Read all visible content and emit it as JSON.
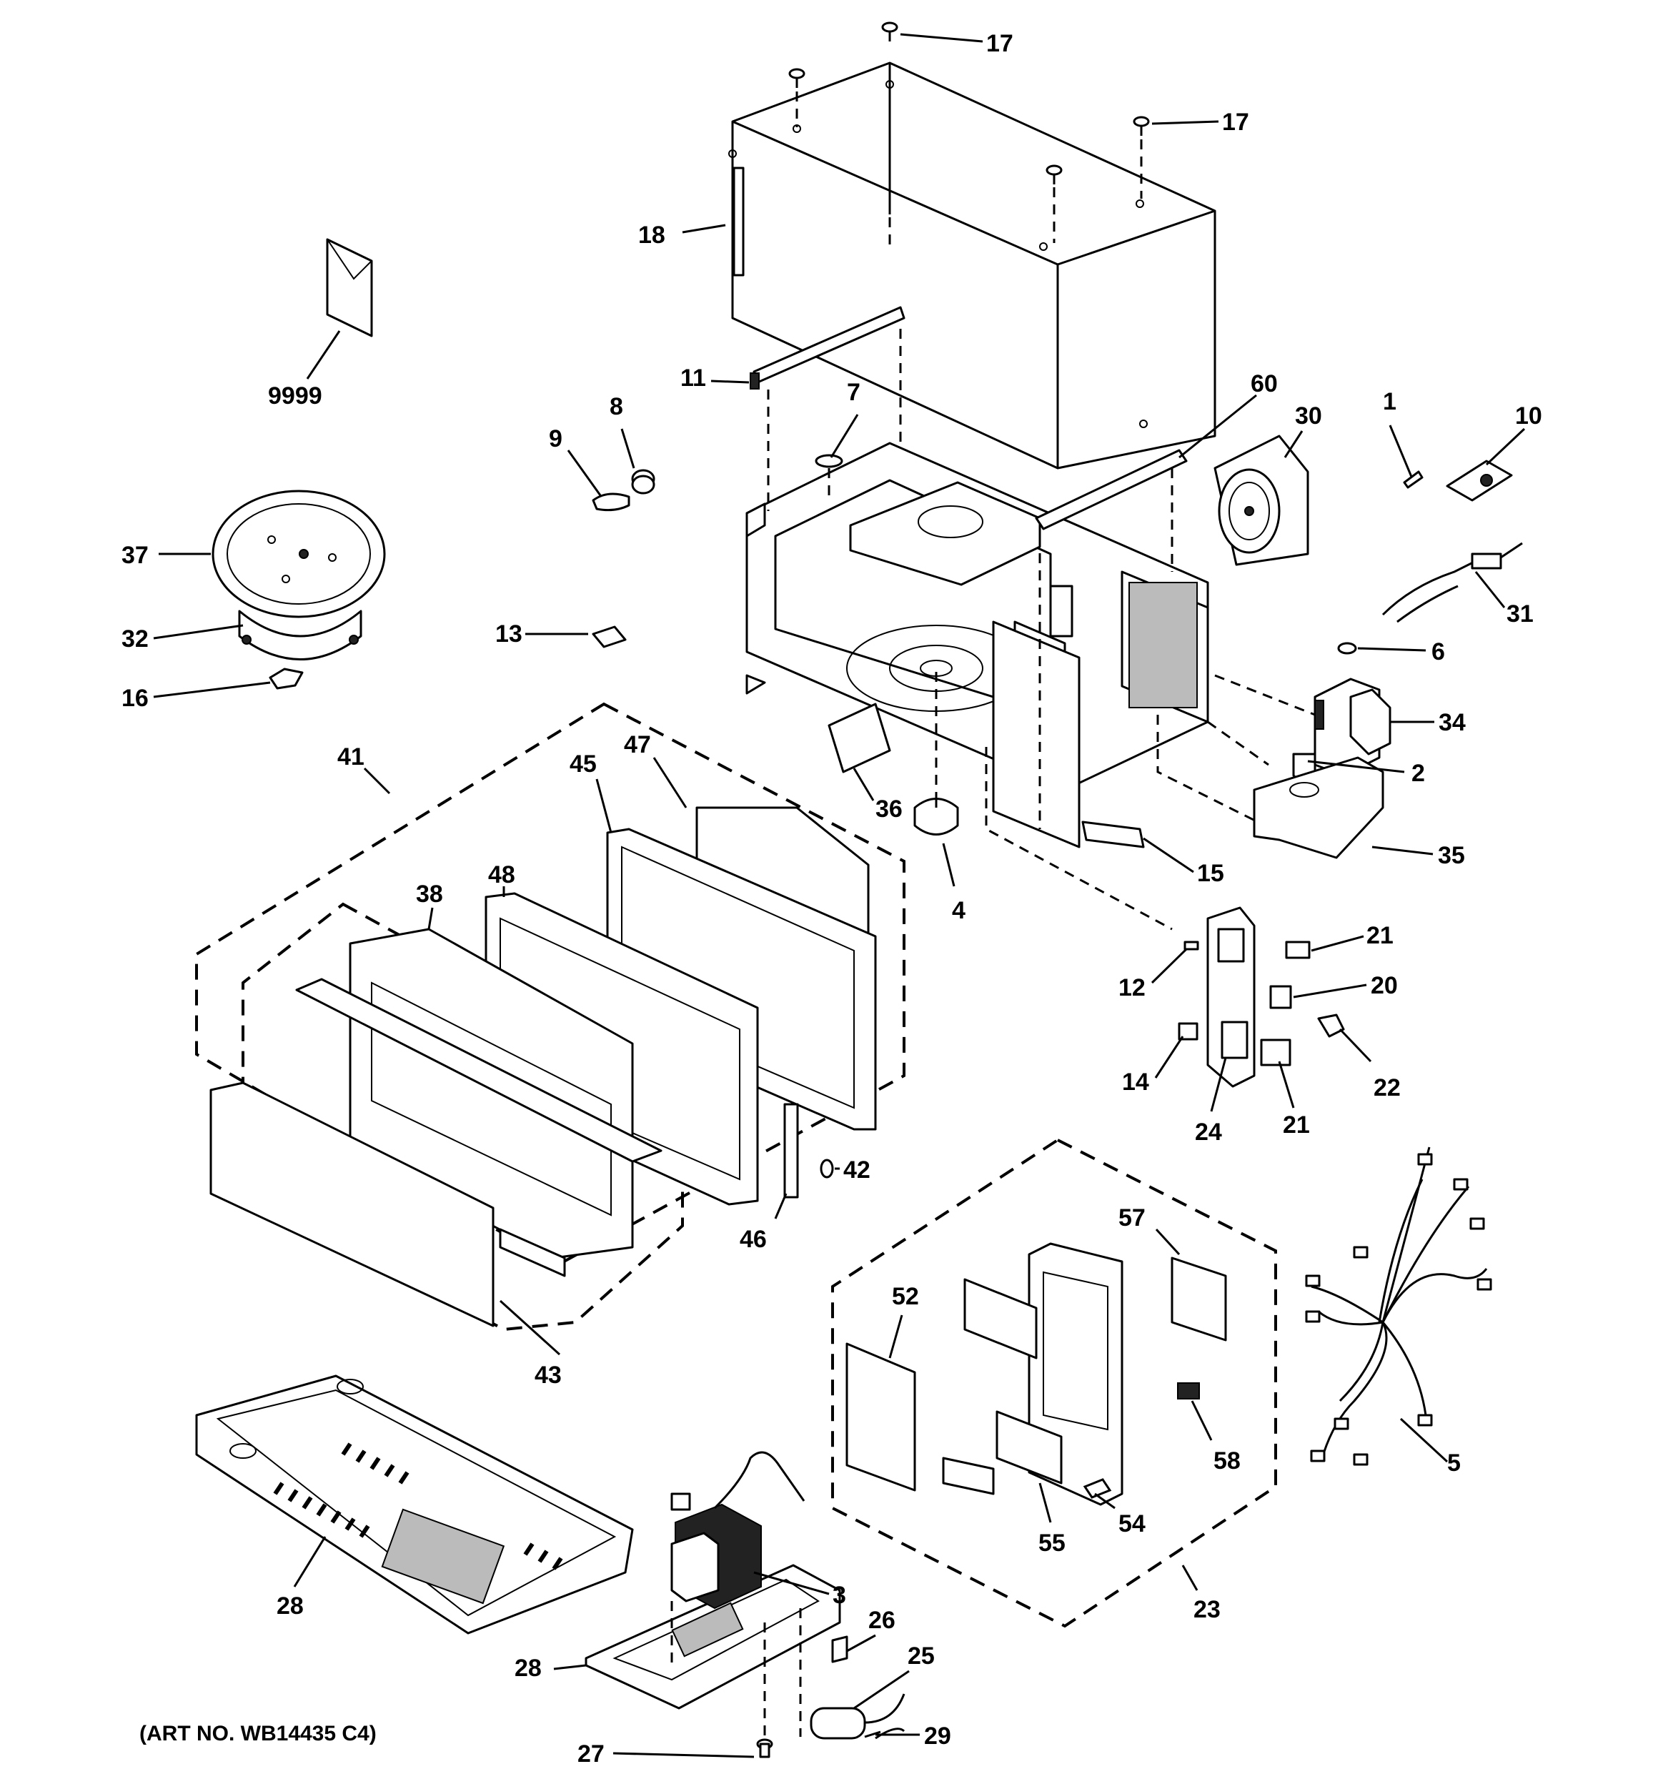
{
  "diagram": {
    "art_number": "(ART NO. WB14435 C4)",
    "callouts": [
      {
        "label": "17"
      },
      {
        "label": "17"
      },
      {
        "label": "18"
      },
      {
        "label": "9999"
      },
      {
        "label": "11"
      },
      {
        "label": "8"
      },
      {
        "label": "9"
      },
      {
        "label": "7"
      },
      {
        "label": "60"
      },
      {
        "label": "30"
      },
      {
        "label": "1"
      },
      {
        "label": "10"
      },
      {
        "label": "37"
      },
      {
        "label": "32"
      },
      {
        "label": "16"
      },
      {
        "label": "13"
      },
      {
        "label": "31"
      },
      {
        "label": "6"
      },
      {
        "label": "34"
      },
      {
        "label": "2"
      },
      {
        "label": "41"
      },
      {
        "label": "47"
      },
      {
        "label": "45"
      },
      {
        "label": "36"
      },
      {
        "label": "48"
      },
      {
        "label": "38"
      },
      {
        "label": "4"
      },
      {
        "label": "15"
      },
      {
        "label": "35"
      },
      {
        "label": "21"
      },
      {
        "label": "12"
      },
      {
        "label": "20"
      },
      {
        "label": "14"
      },
      {
        "label": "22"
      },
      {
        "label": "24"
      },
      {
        "label": "21"
      },
      {
        "label": "42"
      },
      {
        "label": "46"
      },
      {
        "label": "57"
      },
      {
        "label": "52"
      },
      {
        "label": "43"
      },
      {
        "label": "58"
      },
      {
        "label": "5"
      },
      {
        "label": "54"
      },
      {
        "label": "55"
      },
      {
        "label": "28"
      },
      {
        "label": "3"
      },
      {
        "label": "23"
      },
      {
        "label": "26"
      },
      {
        "label": "25"
      },
      {
        "label": "28"
      },
      {
        "label": "27"
      },
      {
        "label": "29"
      }
    ]
  }
}
